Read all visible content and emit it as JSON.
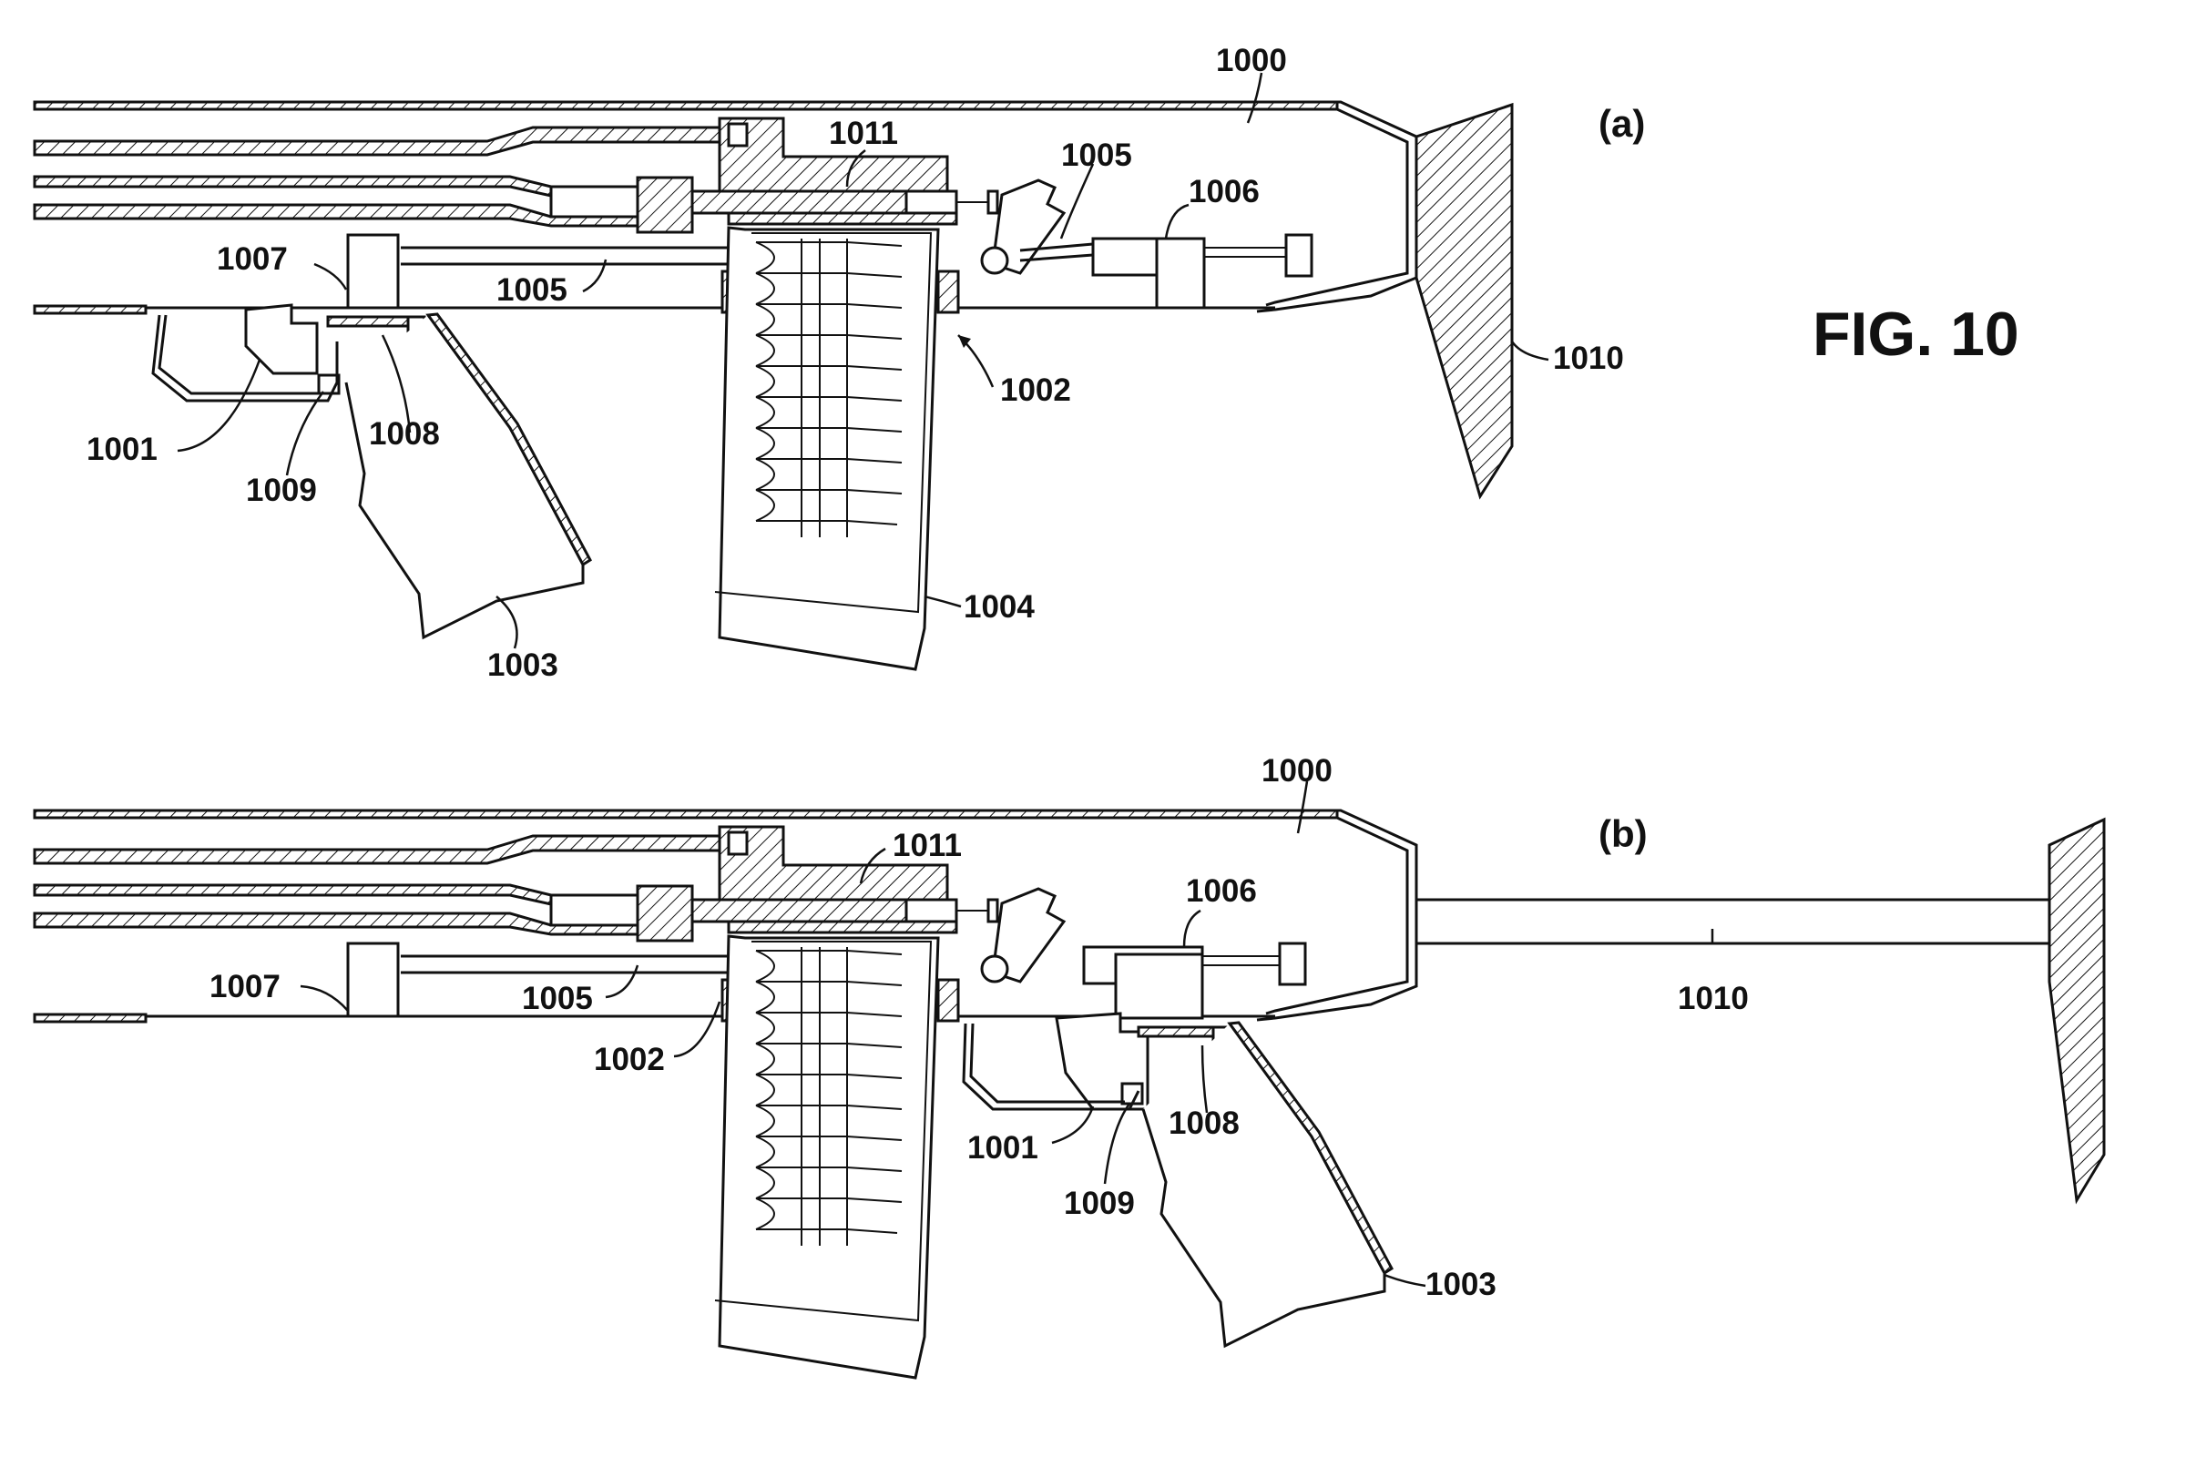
{
  "figure": {
    "title": "FIG. 10",
    "panel_a": {
      "tag": "(a)",
      "labels": {
        "l1000": "1000",
        "l1011": "1011",
        "l1005a": "1005",
        "l1006": "1006",
        "l1007": "1007",
        "l1005b": "1005",
        "l1002": "1002",
        "l1010": "1010",
        "l1001": "1001",
        "l1008": "1008",
        "l1009": "1009",
        "l1003": "1003",
        "l1004": "1004"
      }
    },
    "panel_b": {
      "tag": "(b)",
      "labels": {
        "l1000": "1000",
        "l1011": "1011",
        "l1006": "1006",
        "l1007": "1007",
        "l1005": "1005",
        "l1010": "1010",
        "l1002": "1002",
        "l1008": "1008",
        "l1001": "1001",
        "l1009": "1009",
        "l1003": "1003"
      }
    }
  }
}
